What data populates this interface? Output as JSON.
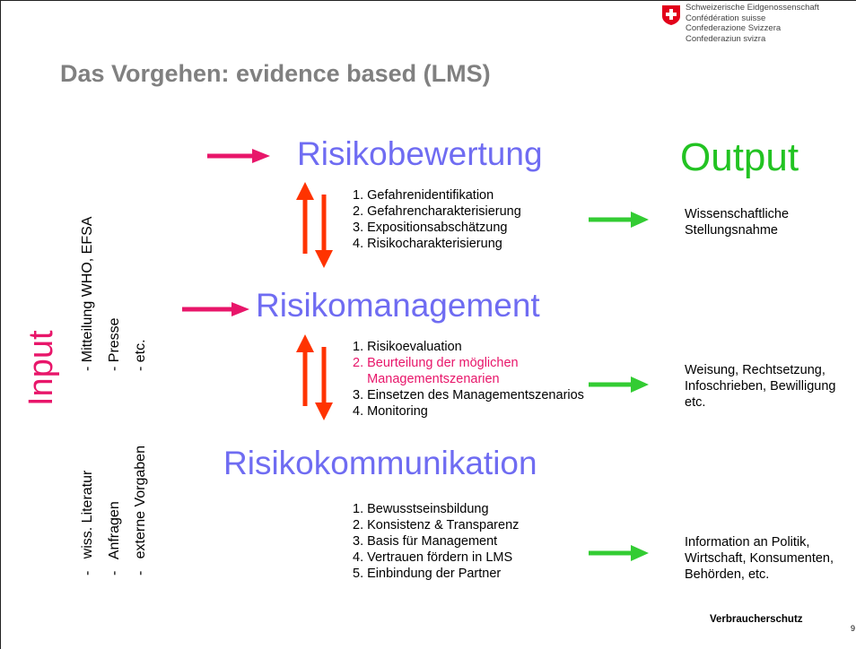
{
  "slide": {
    "title": "Das Vorgehen: evidence based (LMS)",
    "logo": {
      "lines": [
        "Schweizerische Eidgenossenschaft",
        "Confédération suisse",
        "Confederazione Svizzera",
        "Confederaziun svizra"
      ],
      "flag_color": "#e2001a"
    },
    "input_label": "Input",
    "input_sources_top": [
      "- Mitteilung WHO, EFSA",
      "- Presse",
      "- etc."
    ],
    "input_sources_bottom": [
      "-   wiss. Literatur",
      "-   Anfragen",
      "-   externe Vorgaben"
    ],
    "sections": [
      {
        "heading": "Risikobewertung",
        "steps": [
          "1. Gefahrenidentifikation",
          "2. Gefahrencharakterisierung",
          "3. Expositionsabschätzung",
          "4. Risikocharakterisierung"
        ],
        "output": [
          "Wissenschaftliche",
          "Stellungsnahme"
        ]
      },
      {
        "heading": "Risikomanagement",
        "steps": [
          "1. Risikoevaluation",
          "2. Beurteilung der möglichen",
          "    Managementszenarien",
          "3. Einsetzen des Managementszenarios",
          "4. Monitoring"
        ],
        "output": [
          "Weisung, Rechtsetzung,",
          "Infoschrieben, Bewilligung",
          "etc."
        ]
      },
      {
        "heading": "Risikokommunikation",
        "steps": [
          "1. Bewusstseinsbildung",
          "2. Konsistenz & Transparenz",
          "3. Basis für Management",
          "4. Vertrauen fördern in LMS",
          "5. Einbindung der Partner"
        ],
        "output": [
          "Information an Politik,",
          "Wirtschaft, Konsumenten,",
          "Behörden, etc."
        ]
      }
    ],
    "output_label": "Output",
    "footer": "Verbraucherschutz",
    "page_number": "9",
    "colors": {
      "heading": "#6f6cf2",
      "output": "#22c322",
      "accent_pink": "#e8166a",
      "arrow_red": "#ff3300",
      "arrow_green": "#33cc33",
      "title_gray": "#808080"
    }
  }
}
